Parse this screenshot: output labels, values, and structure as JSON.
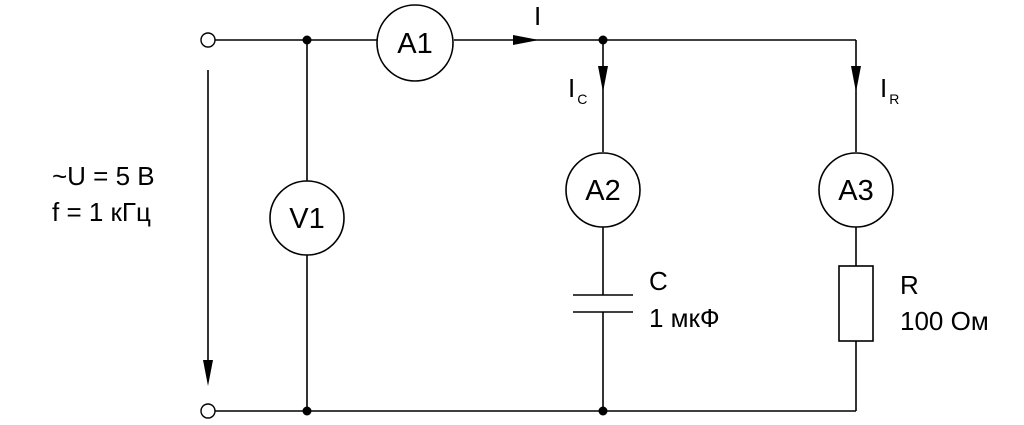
{
  "source": {
    "voltage": "~U = 5 В",
    "frequency": "f = 1 кГц"
  },
  "meters": {
    "a1": "A1",
    "a2": "A2",
    "a3": "A3",
    "v1": "V1"
  },
  "currents": {
    "total": "I",
    "capacitor_main": "I",
    "capacitor_sub": "C",
    "resistor_main": "I",
    "resistor_sub": "R"
  },
  "capacitor": {
    "name": "C",
    "value": "1 мкФ"
  },
  "resistor": {
    "name": "R",
    "value": "100 Ом"
  }
}
